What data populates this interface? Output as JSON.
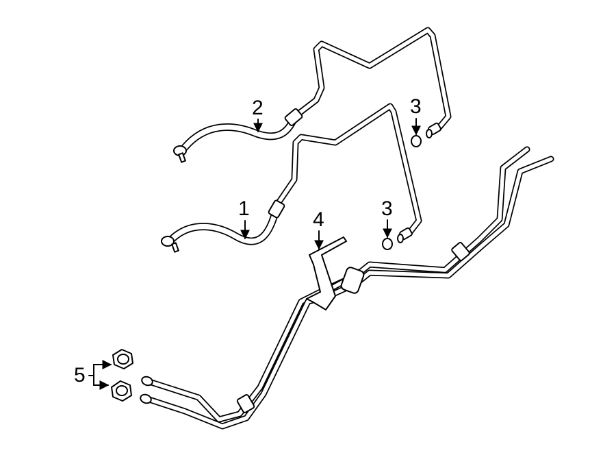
{
  "callouts": {
    "c1": "1",
    "c2": "2",
    "c3a": "3",
    "c3b": "3",
    "c4": "4",
    "c5": "5"
  }
}
